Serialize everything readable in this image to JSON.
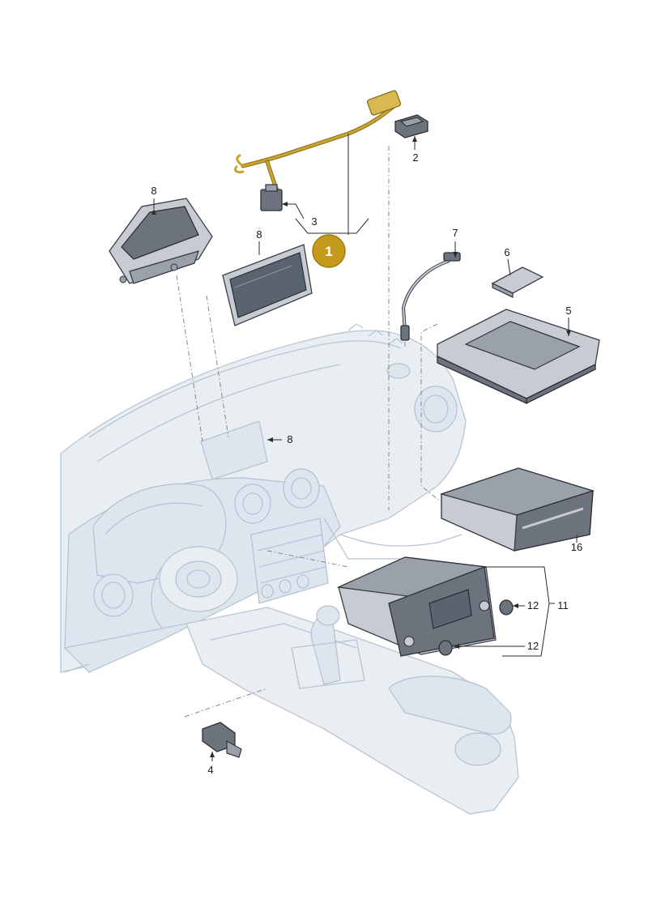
{
  "badge": {
    "label": "1",
    "color": "#c49a1c"
  },
  "labels": {
    "part_2": "2",
    "part_3": "3",
    "part_4": "4",
    "part_5": "5",
    "part_6": "6",
    "part_7": "7",
    "part_8_glovebox": "8",
    "part_8_display": "8",
    "part_8_dash": "8",
    "part_11": "11",
    "part_12_upper": "12",
    "part_12_lower": "12",
    "part_16": "16"
  },
  "colors": {
    "harness": "#c9a431",
    "ghost_fill": "#e9eef3",
    "part_outline": "#3a3f47"
  }
}
